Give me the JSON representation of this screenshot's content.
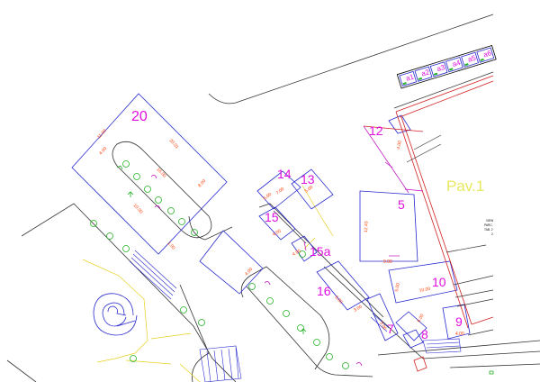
{
  "plots": [
    {
      "id": "20",
      "label": "20"
    },
    {
      "id": "14",
      "label": "14"
    },
    {
      "id": "13",
      "label": "13"
    },
    {
      "id": "15",
      "label": "15"
    },
    {
      "id": "15a",
      "label": "15a"
    },
    {
      "id": "16",
      "label": "16"
    },
    {
      "id": "12",
      "label": "12"
    },
    {
      "id": "5",
      "label": "5"
    },
    {
      "id": "10",
      "label": "10"
    },
    {
      "id": "9",
      "label": "9"
    },
    {
      "id": "8",
      "label": "8"
    },
    {
      "id": "7",
      "label": "7"
    }
  ],
  "pavilion_label": "Pav.1",
  "stall_labels": [
    "a1",
    "a2",
    "a3",
    "a4",
    "a5",
    "a6"
  ],
  "dimensions": [
    "20.01",
    "11.00",
    "16.00",
    "4.00",
    "8.00",
    "1.00",
    "10.00",
    "4.00",
    "12.43",
    "9.00",
    "10.00",
    "5.00",
    "6.00",
    "3.00",
    "4.00",
    "7.00",
    "6.00",
    "5.00",
    "4.00",
    "6.00",
    "4.00",
    "3.00",
    "4.00"
  ],
  "side_note": [
    "VIEW",
    "PARC.",
    "TAB. 2",
    "2"
  ],
  "colors": {
    "plot_outline": "#2a2ad0",
    "label": "#e010e0",
    "dimension": "#ff3a00",
    "tree": "#22b222",
    "road": "#333333",
    "building": "#d42020",
    "pavilion_text": "#e8e860",
    "path": "#e8d020"
  }
}
